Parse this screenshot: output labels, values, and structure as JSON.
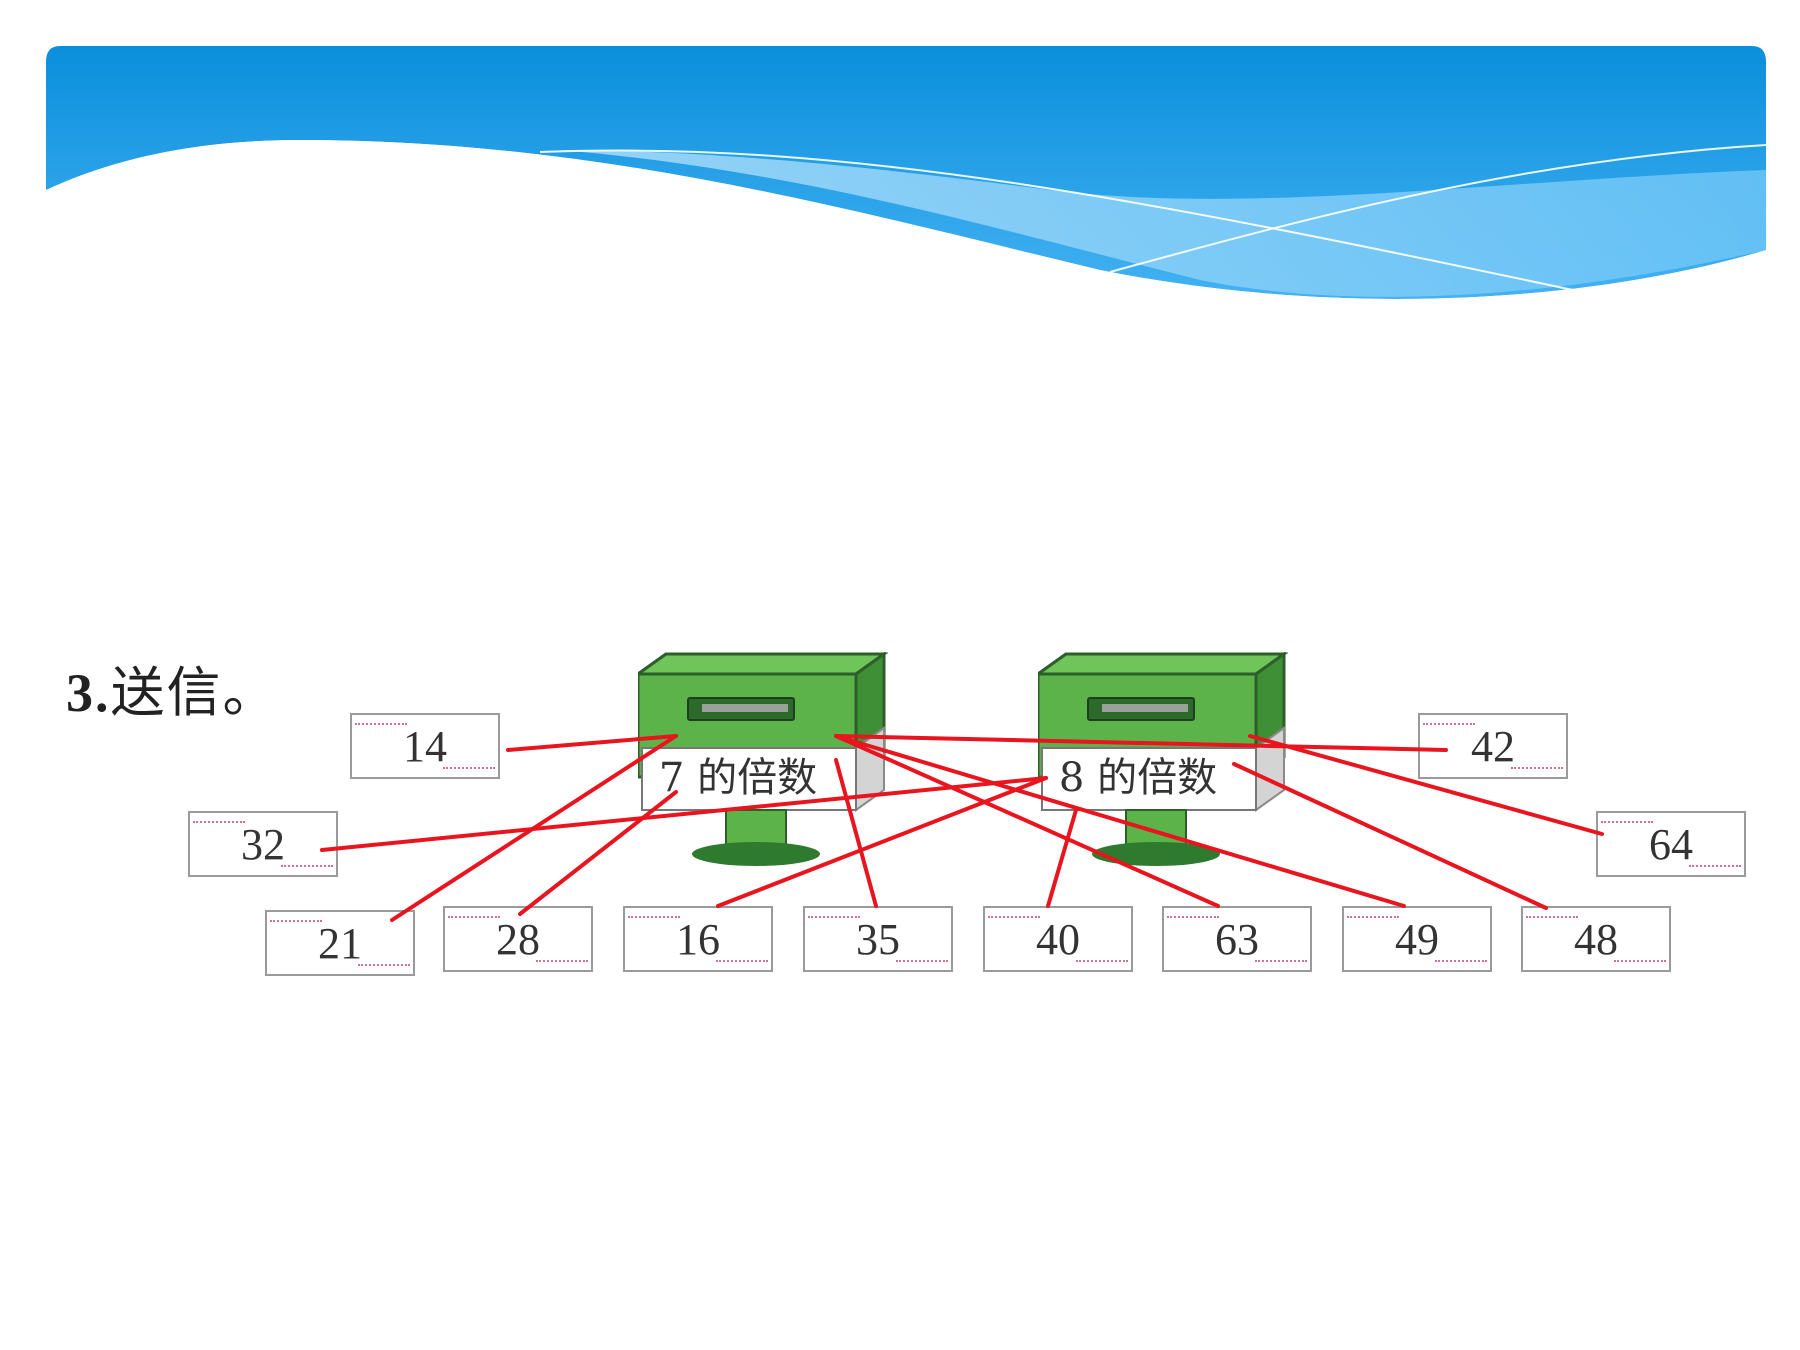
{
  "title": {
    "number": "3.",
    "text": "送信。"
  },
  "mailboxes": [
    {
      "label": "7 的倍数"
    },
    {
      "label": "8 的倍数"
    }
  ],
  "envelopes": [
    "14",
    "32",
    "21",
    "28",
    "16",
    "35",
    "40",
    "63",
    "49",
    "48",
    "42",
    "64"
  ],
  "colors": {
    "banner_top": "#0a92de",
    "banner_mid": "#3aaaf0",
    "mailbox_green": "#5cb34a",
    "mailbox_dark": "#2e7a2e",
    "connector_line": "#e8141e",
    "stamp_pink": "#d070a0"
  }
}
